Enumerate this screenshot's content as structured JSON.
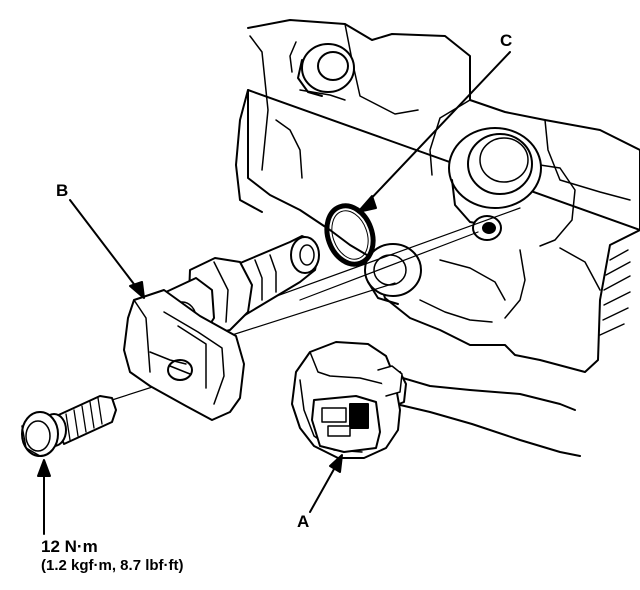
{
  "callouts": {
    "a": "A",
    "b": "B",
    "c": "C"
  },
  "torque": {
    "value": "12 N·m",
    "conversion": "(1.2 kgf·m, 8.7 lbf·ft)"
  }
}
